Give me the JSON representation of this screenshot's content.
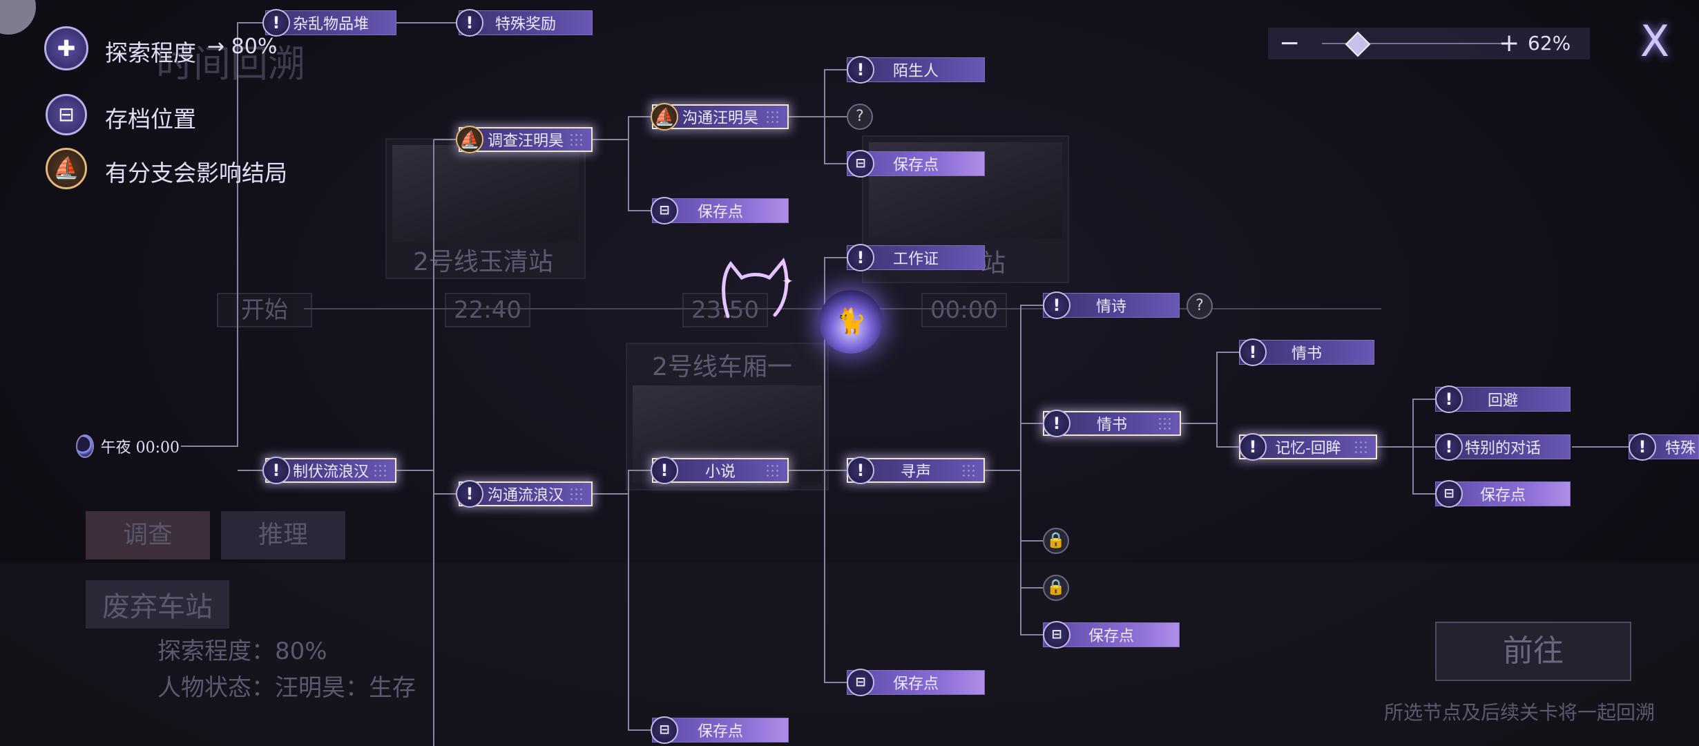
{
  "background": {
    "titles": [
      "2号线玉清站",
      "2号线车厢一",
      "站"
    ],
    "times": [
      "开始",
      "22:40",
      "23:50",
      "00:00"
    ],
    "tabs": [
      "调查",
      "推理"
    ],
    "location": "废弃车站",
    "explore": "探索程度：80%",
    "status": "人物状态：汪明昊：生存",
    "logo": "时间回溯",
    "goto": "前往",
    "hint": "所选节点及后续关卡将一起回溯"
  },
  "legend": {
    "explore_label": "探索程度",
    "explore_value": "→ 80%",
    "save_label": "存档位置",
    "branch_label": "有分支会影响结局"
  },
  "zoom": {
    "minus": "−",
    "plus": "+",
    "value": "62%",
    "level": 0.18
  },
  "close": "X",
  "start": {
    "label": "午夜  00:00"
  },
  "nodes": {
    "n1": "杂乱物品堆",
    "n2": "特殊奖励",
    "n3": "调查汪明昊",
    "n4": "沟通汪明昊",
    "n5": "保存点",
    "n6": "陌生人",
    "n7": "保存点",
    "n8": "工作证",
    "n9": "制伏流浪汉",
    "n10": "沟通流浪汉",
    "n11": "小说",
    "n12": "寻声",
    "n13": "保存点",
    "n14": "保存点",
    "n15": "情诗",
    "n16": "情书",
    "n17": "情书",
    "n18": "记忆-回眸",
    "n19": "回避",
    "n20": "特别的对话",
    "n21": "保存点",
    "n22": "特殊",
    "n23": "保存点"
  },
  "icons": {
    "unknown": "?",
    "alert": "!"
  }
}
